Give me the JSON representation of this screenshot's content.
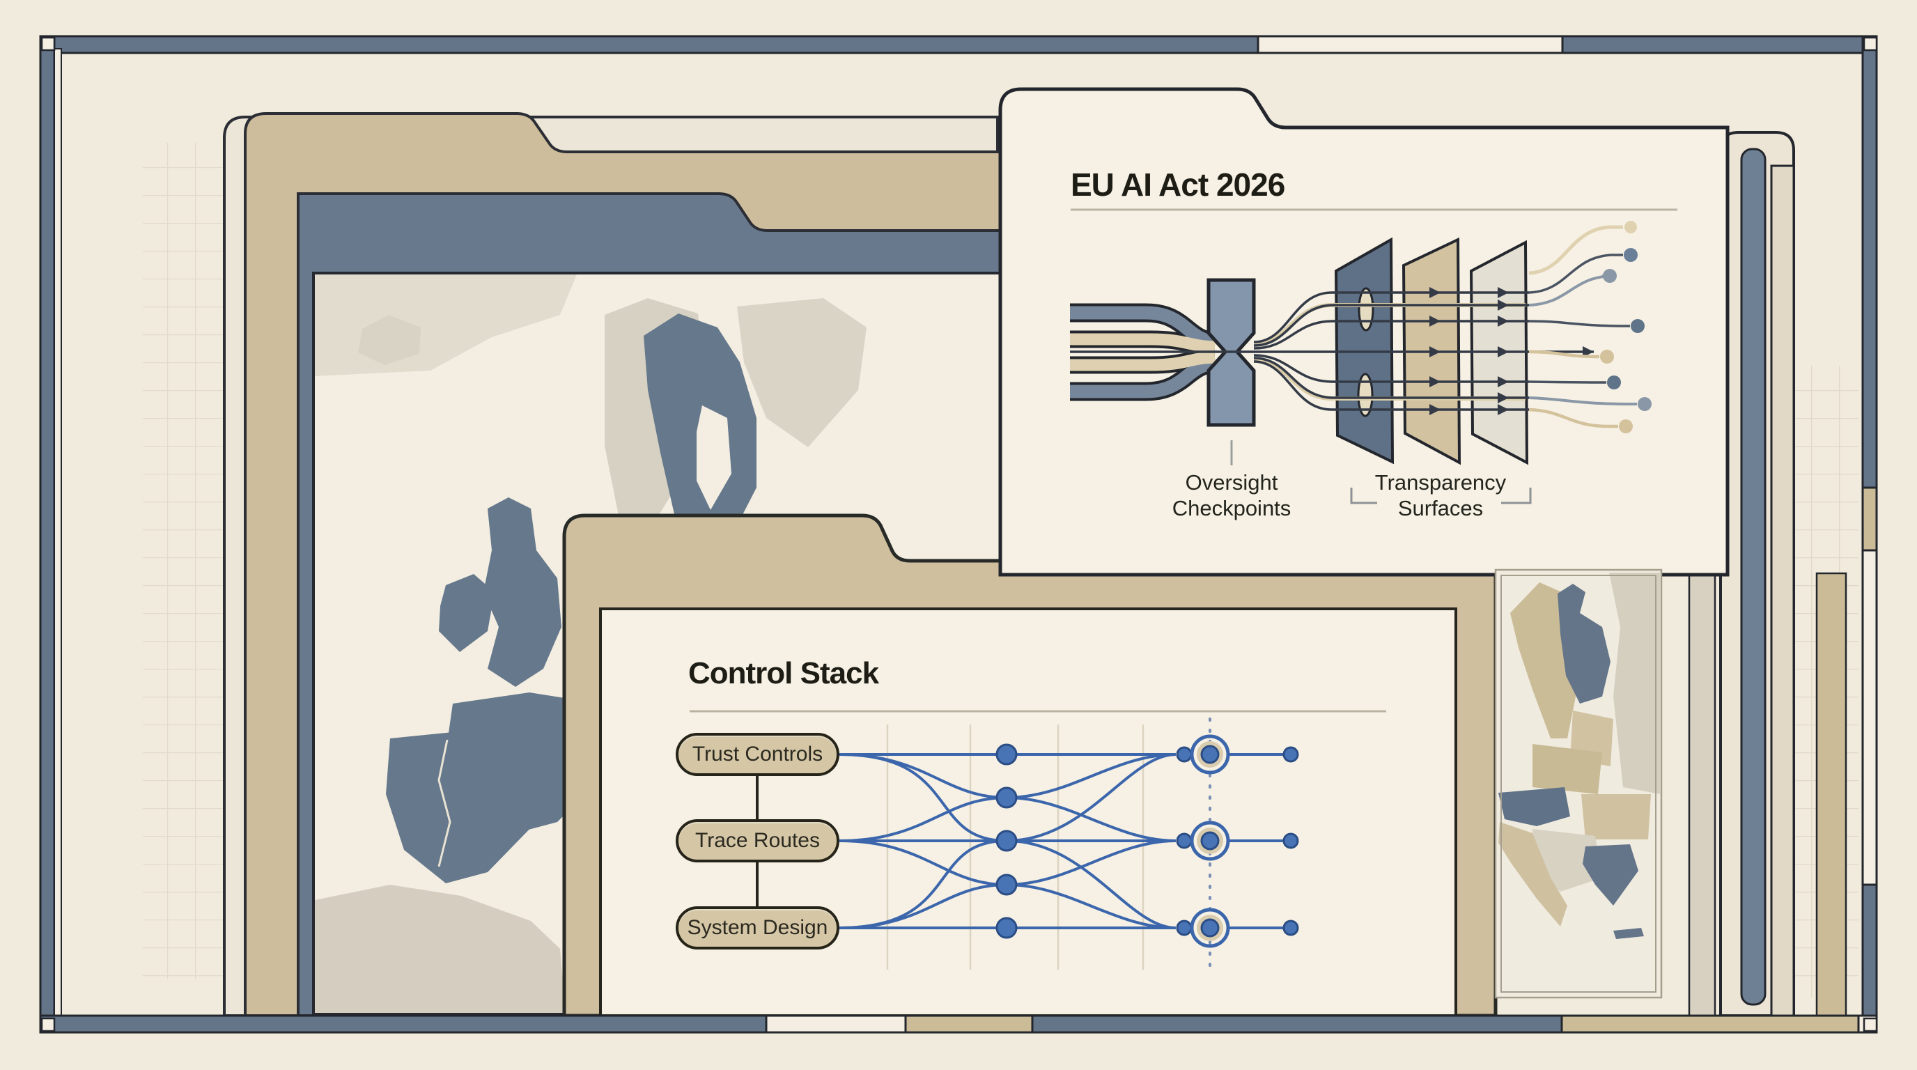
{
  "eu_panel": {
    "title": "EU AI Act 2026",
    "oversight_label": {
      "line1": "Oversight",
      "line2": "Checkpoints"
    },
    "transparency_label": {
      "line1": "Transparency",
      "line2": "Surfaces"
    }
  },
  "control_panel": {
    "title": "Control Stack",
    "pills": [
      {
        "label": "Trust Controls"
      },
      {
        "label": "Trace Routes"
      },
      {
        "label": "System Design"
      }
    ]
  },
  "colors": {
    "background": "#f1ebdd",
    "panel_cream": "#f6f1e4",
    "frame_slate": "#64758a",
    "folder_tan": "#cebd9c",
    "folder_slate": "#69798d",
    "map_slate": "#66788c",
    "accent_blue": "#3c66ac",
    "node_blue": "#4873b5",
    "node_ring_tan": "#d9ccae",
    "pipe_cream": "#ded0b0",
    "outline_dark": "#23262c"
  }
}
